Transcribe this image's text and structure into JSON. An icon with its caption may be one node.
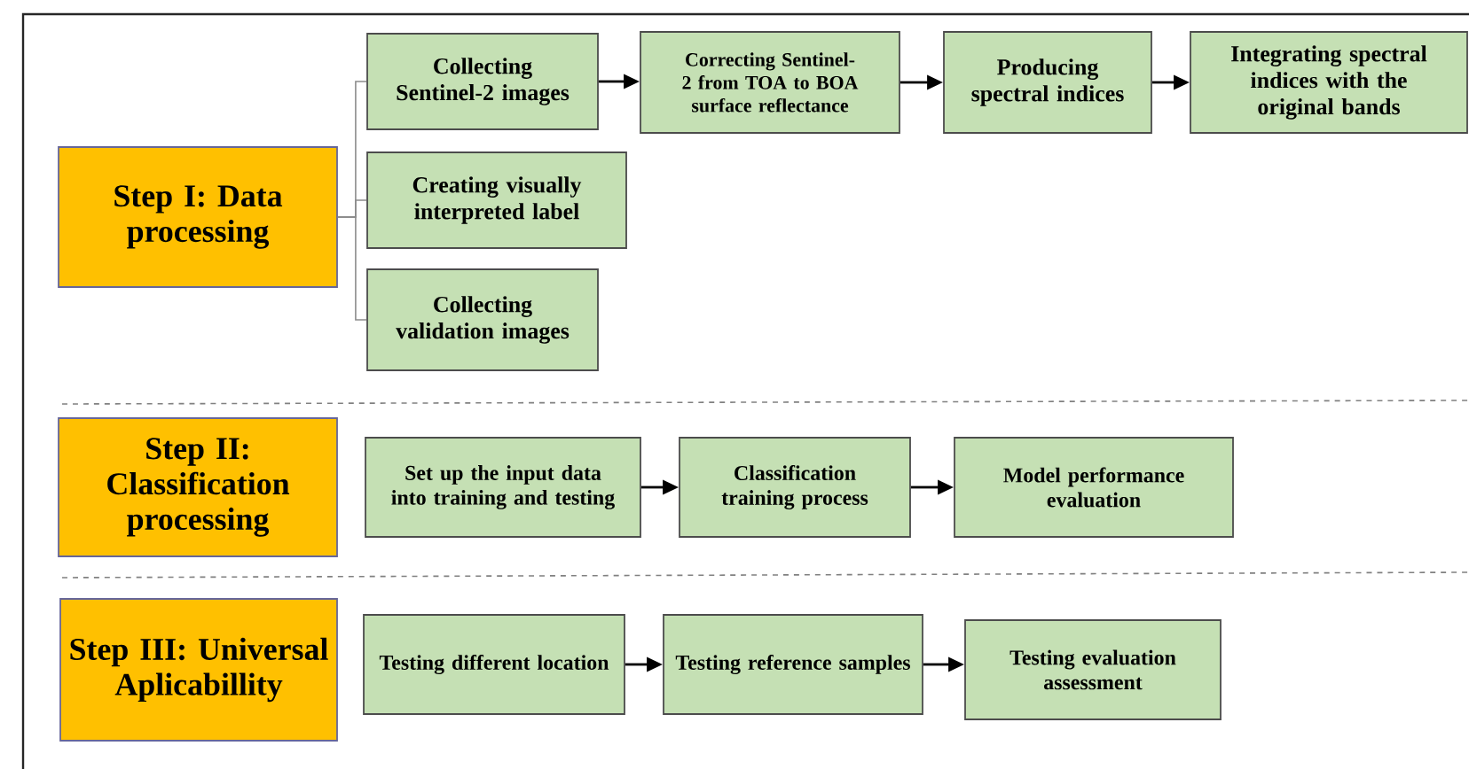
{
  "diagram": {
    "nodes": [
      {
        "text": [
          "Step I: Data processing"
        ]
      },
      {
        "text": [
          "Collecting Sentinel-2 images"
        ]
      },
      {
        "text": [
          "Correcting Sentinel-2 from TOA to BOA surface reflectance"
        ]
      },
      {
        "text": [
          "Producing spectral indices"
        ]
      },
      {
        "text": [
          "Integrating spectral indices with the original bands"
        ]
      },
      {
        "text": [
          "Creating visually interpreted label"
        ]
      },
      {
        "text": [
          "Collecting validation images"
        ]
      },
      {
        "text": [
          "Step II: Classification processing"
        ]
      },
      {
        "text": [
          "Set up the input data into training and testing"
        ]
      },
      {
        "text": [
          "Classification training process"
        ]
      },
      {
        "text": [
          "Model performance evaluation"
        ]
      },
      {
        "text": [
          "Step III: Universal Aplicabillity"
        ]
      },
      {
        "text": [
          "Testing different location"
        ]
      },
      {
        "text": [
          "Testing reference samples"
        ]
      },
      {
        "text": [
          "Testing evaluation assessment"
        ]
      }
    ],
    "edges": [
      {
        "from": 0,
        "to": 1,
        "arrow": "none",
        "color": "#8c8c8c"
      },
      {
        "from": 0,
        "to": 5,
        "arrow": "none",
        "color": "#8c8c8c"
      },
      {
        "from": 0,
        "to": 6,
        "arrow": "none",
        "color": "#8c8c8c"
      },
      {
        "from": 1,
        "to": 2,
        "arrow": "to"
      },
      {
        "from": 2,
        "to": 3,
        "arrow": "to"
      },
      {
        "from": 3,
        "to": 4,
        "arrow": "to"
      },
      {
        "from": 8,
        "to": 9,
        "arrow": "to"
      },
      {
        "from": 9,
        "to": 10,
        "arrow": "to"
      },
      {
        "from": 12,
        "to": 13,
        "arrow": "to"
      },
      {
        "from": 13,
        "to": 14,
        "arrow": "to"
      }
    ]
  }
}
